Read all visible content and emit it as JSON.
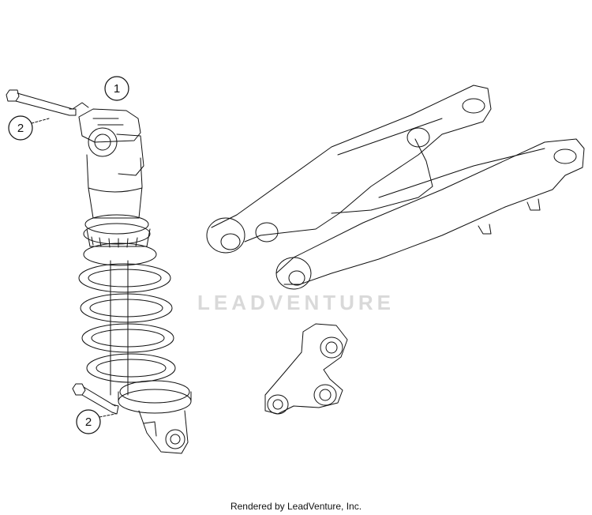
{
  "diagram": {
    "callouts": [
      {
        "id": "shock-absorber",
        "label": "1"
      },
      {
        "id": "bolt-top",
        "label": "2"
      },
      {
        "id": "bolt-bottom",
        "label": "2"
      }
    ]
  },
  "watermark": "LEADVENTURE",
  "footer": "Rendered by LeadVenture, Inc."
}
